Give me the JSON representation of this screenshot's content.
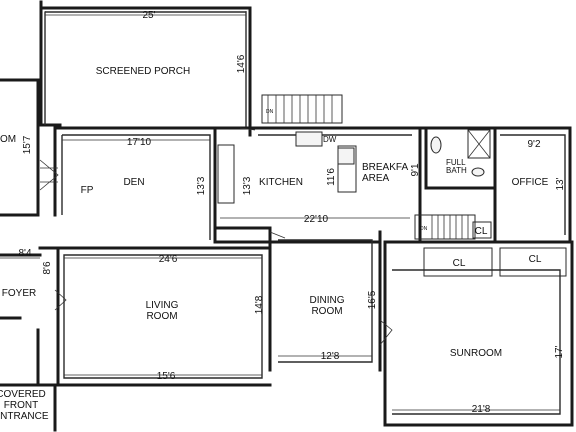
{
  "rooms": {
    "screened_porch": "SCREENED PORCH",
    "den": "DEN",
    "fp": "FP",
    "kitchen": "KITCHEN",
    "breakfast_area_1": "BREAKFA",
    "breakfast_area_2": "AREA",
    "full_bath_1": "FULL",
    "full_bath_2": "BATH",
    "office": "OFFICE",
    "living_room_1": "LIVING",
    "living_room_2": "ROOM",
    "dining_room_1": "DINING",
    "dining_room_2": "ROOM",
    "sunroom": "SUNROOM",
    "foyer": "FOYER",
    "covered_entrance_1": "COVERED",
    "covered_entrance_2": "FRONT",
    "covered_entrance_3": "ENTRANCE",
    "closet_1": "CL",
    "closet_2": "CL",
    "closet_3": "CL",
    "partial_room": "OM",
    "dw": "DW",
    "stair_dn_1": "DN",
    "stair_dn_2": "DN"
  },
  "dimensions": {
    "porch_width": "25'",
    "porch_depth": "14'6",
    "den_width": "17'10",
    "den_depth": "13'3",
    "kitchen_depth": "13'3",
    "left_room_depth": "15'7",
    "breakfast_depth": "11'6",
    "breakfast_depth_2": "9'1",
    "office_width": "9'2",
    "office_depth": "13'",
    "hall_width": "22'10",
    "foyer_width": "8'4",
    "foyer_depth": "8'6",
    "living_width": "24'6",
    "living_depth": "14'8",
    "living_bottom": "15'6",
    "dining_depth": "16'5",
    "dining_width": "12'8",
    "sunroom_depth": "17'",
    "sunroom_width": "21'8"
  }
}
